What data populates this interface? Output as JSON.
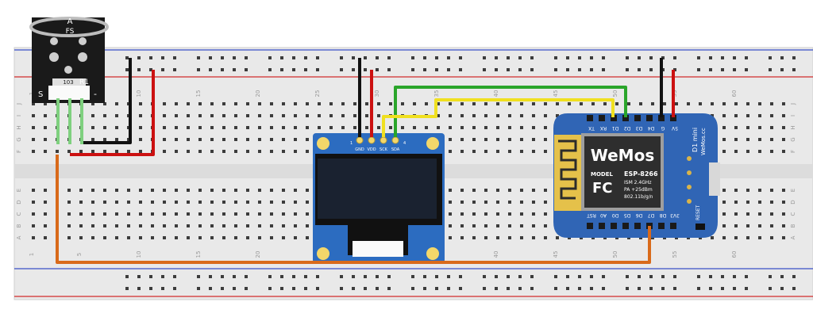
{
  "breadboard": {
    "column_numbers": [
      "1",
      "5",
      "10",
      "15",
      "20",
      "25",
      "30",
      "35",
      "40",
      "45",
      "50",
      "55",
      "60"
    ],
    "row_letters_top": [
      "J",
      "I",
      "H",
      "G",
      "F"
    ],
    "row_letters_bottom": [
      "E",
      "D",
      "C",
      "B",
      "A"
    ],
    "rail_color_positive": "#d22b2b",
    "rail_color_negative": "#3a50c8"
  },
  "sensor_module": {
    "label_a": "A",
    "label_fs": "FS",
    "resistor_code": "103",
    "label_r1": "R1",
    "pin_s": "S",
    "pin_minus": "-"
  },
  "oled": {
    "pin_labels": [
      "GND",
      "VDD",
      "SCK",
      "SDA"
    ],
    "pin_index_1": "1",
    "pin_index_4": "4",
    "pcb_color": "#2c6cc0"
  },
  "wemos": {
    "top_pins": [
      "TX",
      "RX",
      "D1",
      "D2",
      "D3",
      "D4",
      "G",
      "5V"
    ],
    "bottom_pins": [
      "RST",
      "A0",
      "D0",
      "D5",
      "D6",
      "D7",
      "D8",
      "3V3"
    ],
    "board_name": "D1 mini",
    "brand_site": "WeMos.cc",
    "logo": "WeMos",
    "model_label": "MODEL",
    "model_value": "ESP-8266",
    "spec_lines": [
      "ISM 2.4GHz",
      "PA +25dBm",
      "802.11b/g/n"
    ],
    "fcc": "FC",
    "reset_label": "RESET",
    "pcb_color": "#3065b5"
  },
  "wires": {
    "green": "#2aa52a",
    "yellow": "#f0e020",
    "black": "#111111",
    "red": "#cc1111",
    "orange": "#d96a1a"
  }
}
